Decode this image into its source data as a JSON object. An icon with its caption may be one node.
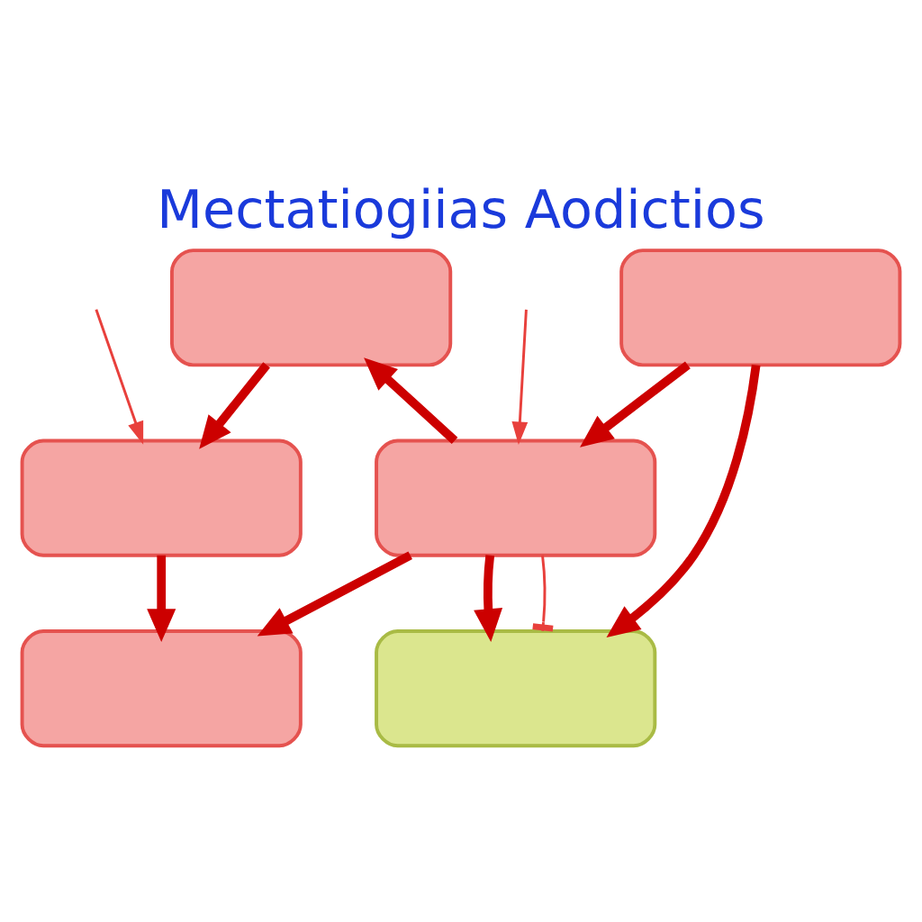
{
  "diagram": {
    "title": "Mectatiogiias Aodictios",
    "nodes": [
      {
        "text": [],
        "shape": "box"
      },
      {
        "text": [],
        "shape": "box"
      },
      {
        "text": [],
        "shape": "box"
      },
      {
        "text": [],
        "shape": "box"
      },
      {
        "text": [],
        "shape": "box"
      },
      {
        "text": [],
        "shape": "box"
      }
    ],
    "edges": [
      {
        "from": 0,
        "to": 3,
        "arrow": "to"
      },
      {
        "from": 2,
        "to": 0,
        "arrow": "to"
      },
      {
        "from": 1,
        "to": 2,
        "arrow": "to"
      },
      {
        "from": 1,
        "to": 4,
        "arrow": "to"
      },
      {
        "from": 2,
        "to": 4,
        "arrow": "to"
      },
      {
        "from": 3,
        "to": 5,
        "arrow": "to"
      },
      {
        "from": 2,
        "to": 5,
        "arrow": "to"
      },
      {
        "from": 2,
        "to": 4,
        "arrow": "other",
        "color": "#e8403c"
      },
      {
        "from": null,
        "to": 3,
        "arrow": "to",
        "color": "#e8403c"
      },
      {
        "from": null,
        "to": 2,
        "arrow": "to",
        "color": "#e8403c"
      }
    ]
  }
}
